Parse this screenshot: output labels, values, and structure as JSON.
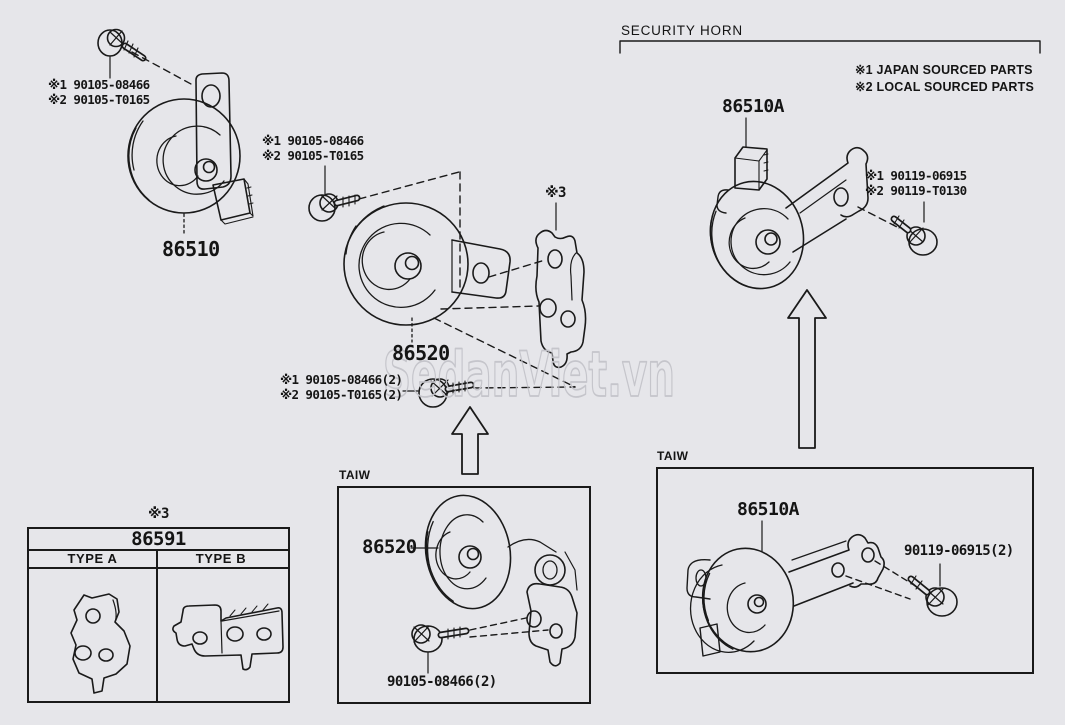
{
  "diagram": {
    "watermark": "SedanViet.vn",
    "section_header": "SECURITY HORN",
    "sourcing_notes": {
      "note1": "※1 JAPAN SOURCED PARTS",
      "note2": "※2 LOCAL SOURCED PARTS"
    },
    "colors": {
      "background": "#e6e6ea",
      "line": "#1a1a1a",
      "watermark": "#c3c3c9"
    }
  },
  "horn_main": {
    "part_number": "86510",
    "bolt": {
      "line1": "※1 90105-08466",
      "line2": "※2 90105-T0165"
    }
  },
  "horn_low": {
    "part_number": "86520",
    "bracket_ref": "※3",
    "bolt_upper": {
      "line1": "※1 90105-08466",
      "line2": "※2 90105-T0165"
    },
    "bolt_lower": {
      "line1": "※1 90105-08466(2)",
      "line2": "※2 90105-T0165(2)"
    }
  },
  "security_horn": {
    "part_number": "86510A",
    "bolt": {
      "line1": "※1 90119-06915",
      "line2": "※2 90119-T0130"
    }
  },
  "bracket_table": {
    "ref": "※3",
    "part_number": "86591",
    "type_a": "TYPE A",
    "type_b": "TYPE B"
  },
  "taiw_box_low": {
    "region_label": "TAIW",
    "part_number": "86520",
    "bolt_label": "90105-08466(2)"
  },
  "taiw_box_security": {
    "region_label": "TAIW",
    "part_number": "86510A",
    "bolt_label": "90119-06915(2)"
  }
}
